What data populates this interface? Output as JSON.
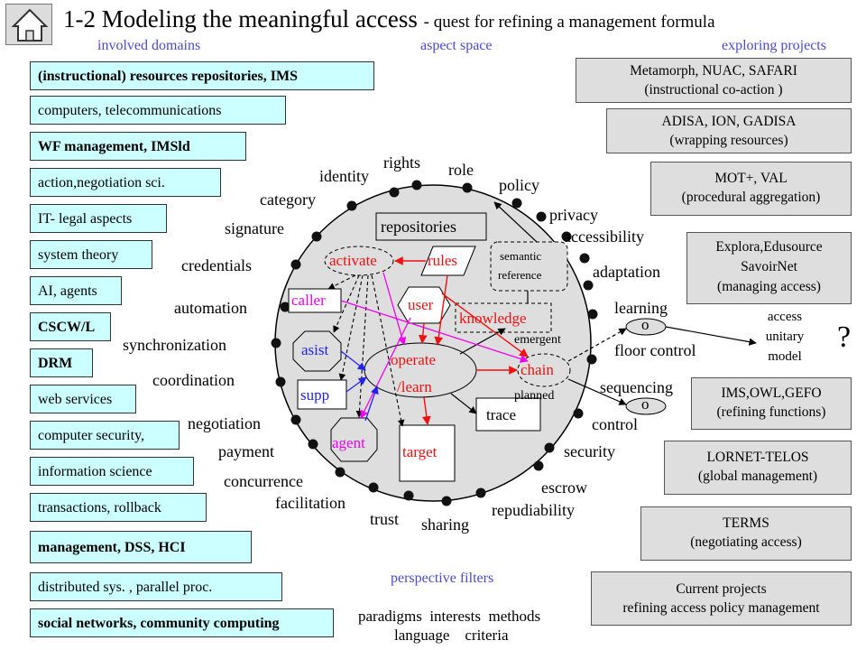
{
  "header": {
    "title": "1-2 Modeling the meaningful access",
    "subtitle": "- quest for refining a management formula",
    "col_left": "involved domains",
    "col_mid": "aspect space",
    "col_right": "exploring projects"
  },
  "nav": {
    "home_icon": "home-icon"
  },
  "domains": [
    "(instructional) resources repositories, IMS",
    "computers, telecommunications",
    "WF management, IMSld",
    "action,negotiation sci.",
    "IT- legal aspects",
    "system theory",
    "AI, agents",
    "CSCW/L",
    "DRM",
    "web services",
    "computer security,",
    "information science",
    "transactions, rollback",
    "management, DSS, HCI",
    "distributed sys. , parallel proc.",
    "social networks, community computing"
  ],
  "projects": [
    {
      "line1": "Metamorph, NUAC, SAFARI",
      "line2": "(instructional co-action )"
    },
    {
      "line1": "ADISA, ION, GADISA",
      "line2": "(wrapping resources)"
    },
    {
      "line1": "MOT+, VAL",
      "line2": "(procedural aggregation)"
    },
    {
      "line1": "Explora,Edusource",
      "line2": "SavoirNet",
      "line3": "(managing access)"
    },
    {
      "line1": "IMS,OWL,GEFO",
      "line2": "(refining functions)"
    },
    {
      "line1": "LORNET-TELOS",
      "line2": "(global management)"
    },
    {
      "line1": "TERMS",
      "line2": "(negotiating access)"
    },
    {
      "line1": "Current projects",
      "line2": "refining access policy management"
    }
  ],
  "aspects": {
    "rights": "rights",
    "role": "role",
    "identity": "identity",
    "policy": "policy",
    "category": "category",
    "privacy": "privacy",
    "signature": "signature",
    "accessibility": "accessibility",
    "credentials": "credentials",
    "adaptation": "adaptation",
    "automation": "automation",
    "learning": "learning",
    "synchronization": "synchronization",
    "floor_control": "floor control",
    "coordination": "coordination",
    "sequencing": "sequencing",
    "negotiation": "negotiation",
    "control": "control",
    "payment": "payment",
    "security": "security",
    "concurrence": "concurrence",
    "escrow": "escrow",
    "facilitation": "facilitation",
    "repudiability": "repudiability",
    "trust": "trust",
    "sharing": "sharing"
  },
  "nodes": {
    "repositories": "repositories",
    "activate": "activate",
    "rules": "rules",
    "semantic_line1": "semantic",
    "semantic_line2": "reference",
    "caller": "caller",
    "user": "user",
    "knowledge": "knowledge",
    "emergent": "emergent",
    "asist": "asist",
    "operate_line1": "operate",
    "operate_line2": "/learn",
    "chain": "chain",
    "planned": "planned",
    "supp": "supp",
    "trace": "trace",
    "agent": "agent",
    "target": "target",
    "o1": "o",
    "o2": "o"
  },
  "model": {
    "line1": "access",
    "line2": "unitary",
    "line3": "model",
    "question": "?"
  },
  "footer": {
    "perspective": "perspective filters",
    "filters_line1": "paradigms  interests  methods",
    "filters_line2": "language    criteria"
  },
  "colors": {
    "domain_fill": "#ccffff",
    "project_fill": "#dedede",
    "header_blue": "#4a4ad0",
    "red": "#ee1111",
    "magenta": "#ee00ee",
    "blue": "#2222ee",
    "circle_fill": "#dedede"
  }
}
